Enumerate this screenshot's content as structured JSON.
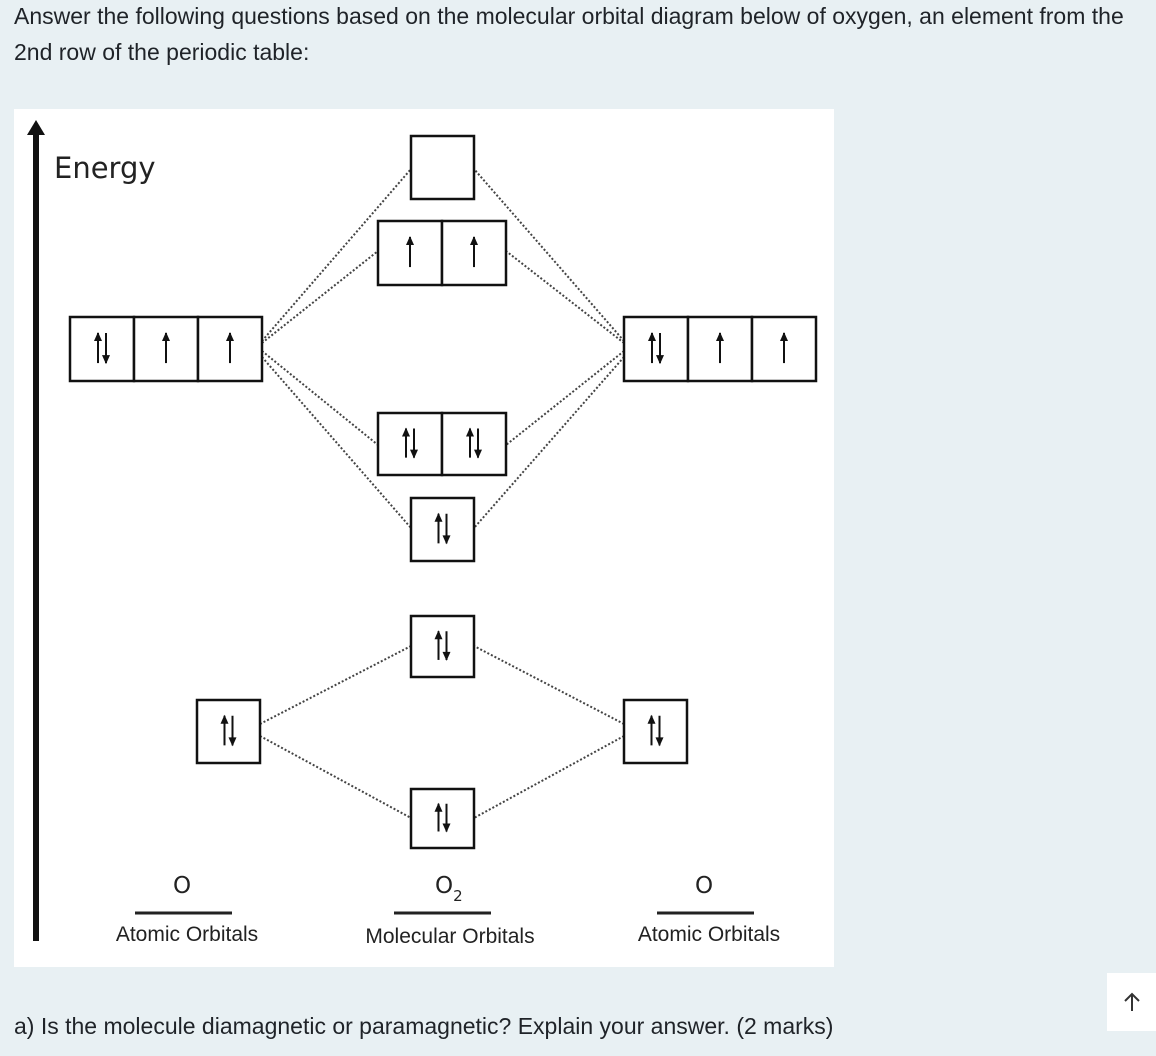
{
  "question": {
    "intro": "Answer the following questions based on the molecular orbital diagram below of oxygen, an element from the 2nd row of the periodic table:",
    "part_a": "a) Is the molecule diamagnetic or paramagnetic? Explain your answer. (2 marks)"
  },
  "diagram": {
    "energy_label": "Energy",
    "left": {
      "atom": "O",
      "caption": "Atomic Orbitals"
    },
    "center": {
      "molecule": "O",
      "subscript": "2",
      "caption": "Molecular Orbitals"
    },
    "right": {
      "atom": "O",
      "caption": "Atomic Orbitals"
    },
    "orbitals": {
      "left_2p": [
        "pair",
        "up",
        "up"
      ],
      "left_2s": [
        "pair"
      ],
      "right_2p": [
        "pair",
        "up",
        "up"
      ],
      "right_2s": [
        "pair"
      ],
      "sigma_star_2p": [
        "empty"
      ],
      "pi_star_2p": [
        "up",
        "up"
      ],
      "pi_2p": [
        "pair",
        "pair"
      ],
      "sigma_2p": [
        "pair"
      ],
      "sigma_star_2s": [
        "pair"
      ],
      "sigma_2s": [
        "pair"
      ]
    }
  },
  "ui": {
    "scroll_up_icon": "arrow-up-icon"
  }
}
